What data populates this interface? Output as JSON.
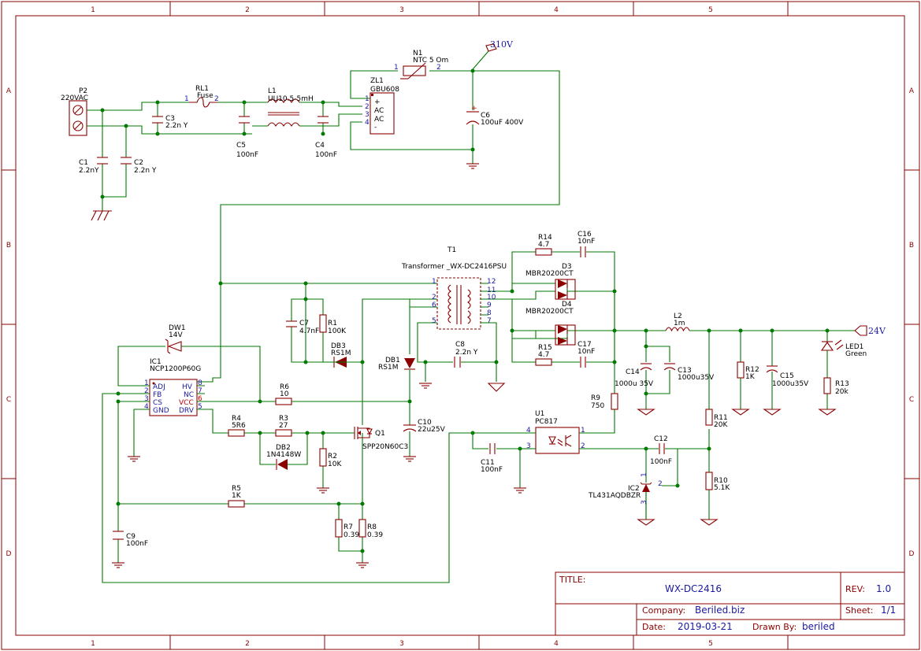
{
  "frame": {
    "cols": [
      "1",
      "2",
      "3",
      "4",
      "5"
    ],
    "rows": [
      "A",
      "B",
      "C",
      "D"
    ]
  },
  "title_block": {
    "title_label": "TITLE:",
    "title": "WX-DC2416",
    "rev_label": "REV:",
    "rev": "1.0",
    "company_label": "Company:",
    "company": "Beriled.biz",
    "sheet_label": "Sheet:",
    "sheet": "1/1",
    "date_label": "Date:",
    "date": "2019-03-21",
    "drawn_label": "Drawn By:",
    "drawn": "beriled"
  },
  "nets": {
    "hv": "310V",
    "out": "24V"
  },
  "components": {
    "P2": {
      "ref": "P2",
      "value": "220VAC"
    },
    "RL1": {
      "ref": "RL1",
      "value": "Fuse",
      "p1": "1",
      "p2": "2"
    },
    "L1": {
      "ref": "L1",
      "value": "UU10.5-5mH"
    },
    "N1": {
      "ref": "N1",
      "value": "NTC 5 Om",
      "p1": "1",
      "p2": "2"
    },
    "ZL1": {
      "ref": "ZL1",
      "value": "GBU608",
      "pins": [
        "1",
        "2",
        "3",
        "4"
      ],
      "plus": "+",
      "ac1": "AC",
      "ac2": "AC",
      "minus": "-"
    },
    "C1": {
      "ref": "C1",
      "value": "2.2nY"
    },
    "C2": {
      "ref": "C2",
      "value": "2.2n Y"
    },
    "C3": {
      "ref": "C3",
      "value": "2.2n Y"
    },
    "C5": {
      "ref": "C5",
      "value": "100nF"
    },
    "C4": {
      "ref": "C4",
      "value": "100nF"
    },
    "C6": {
      "ref": "C6",
      "value": "100uF 400V"
    },
    "T1": {
      "ref": "T1",
      "value": "Transformer _WX-DC2416PSU",
      "left_pins": [
        "1",
        "2",
        "6",
        "5"
      ],
      "right_pins": [
        "12",
        "11",
        "10",
        "9",
        "8",
        "7"
      ]
    },
    "C7": {
      "ref": "C7",
      "value": "4.7nF"
    },
    "R1": {
      "ref": "R1",
      "value": "100K"
    },
    "DB3": {
      "ref": "DB3",
      "value": "RS1M"
    },
    "DB1": {
      "ref": "DB1",
      "value": "RS1M"
    },
    "C8": {
      "ref": "C8",
      "value": "2.2n Y"
    },
    "R14": {
      "ref": "R14",
      "value": "4.7"
    },
    "C16": {
      "ref": "C16",
      "value": "10nF"
    },
    "D3": {
      "ref": "D3",
      "value": "MBR20200CT"
    },
    "D4": {
      "ref": "D4",
      "value": "MBR20200CT"
    },
    "R15": {
      "ref": "R15",
      "value": "4.7"
    },
    "C17": {
      "ref": "C17",
      "value": "10nF"
    },
    "L2": {
      "ref": "L2",
      "value": "1m"
    },
    "C14": {
      "ref": "C14",
      "value": "1000u 35V"
    },
    "C13": {
      "ref": "C13",
      "value": "1000u35V"
    },
    "R12": {
      "ref": "R12",
      "value": "1K"
    },
    "C15": {
      "ref": "C15",
      "value": "1000u35V"
    },
    "LED1": {
      "ref": "LED1",
      "value": "Green"
    },
    "R13": {
      "ref": "R13",
      "value": "20k"
    },
    "R11": {
      "ref": "R11",
      "value": "20K"
    },
    "R10": {
      "ref": "R10",
      "value": "5.1K"
    },
    "R9": {
      "ref": "R9",
      "value": "750"
    },
    "U1": {
      "ref": "U1",
      "value": "PC817",
      "pins": [
        "4",
        "3",
        "1",
        "2"
      ]
    },
    "C12": {
      "ref": "C12",
      "value": "100nF"
    },
    "IC2": {
      "ref": "IC2",
      "value": "TL431AQDBZR",
      "pins": [
        "1",
        "2",
        "3"
      ]
    },
    "C11": {
      "ref": "C11",
      "value": "100nF"
    },
    "DW1": {
      "ref": "DW1",
      "value": "14V"
    },
    "IC1": {
      "ref": "IC1",
      "value": "NCP1200P60G",
      "left_pins": [
        {
          "n": "1",
          "name": "ADJ"
        },
        {
          "n": "2",
          "name": "FB"
        },
        {
          "n": "3",
          "name": "CS"
        },
        {
          "n": "4",
          "name": "GND"
        }
      ],
      "right_pins": [
        {
          "n": "8",
          "name": "HV"
        },
        {
          "n": "7",
          "name": "NC"
        },
        {
          "n": "6",
          "name": "VCC"
        },
        {
          "n": "5",
          "name": "DRV"
        }
      ]
    },
    "R6": {
      "ref": "R6",
      "value": "10"
    },
    "R4": {
      "ref": "R4",
      "value": "5R6"
    },
    "R3": {
      "ref": "R3",
      "value": "27"
    },
    "DB2": {
      "ref": "DB2",
      "value": "1N4148W"
    },
    "R2": {
      "ref": "R2",
      "value": "10K"
    },
    "Q1": {
      "ref": "Q1",
      "value": "SPP20N60C3"
    },
    "C10": {
      "ref": "C10",
      "value": "22u25V"
    },
    "R5": {
      "ref": "R5",
      "value": "1K"
    },
    "R7": {
      "ref": "R7",
      "value": "0.39"
    },
    "R8": {
      "ref": "R8",
      "value": "0.39"
    },
    "C9": {
      "ref": "C9",
      "value": "100nF"
    }
  }
}
